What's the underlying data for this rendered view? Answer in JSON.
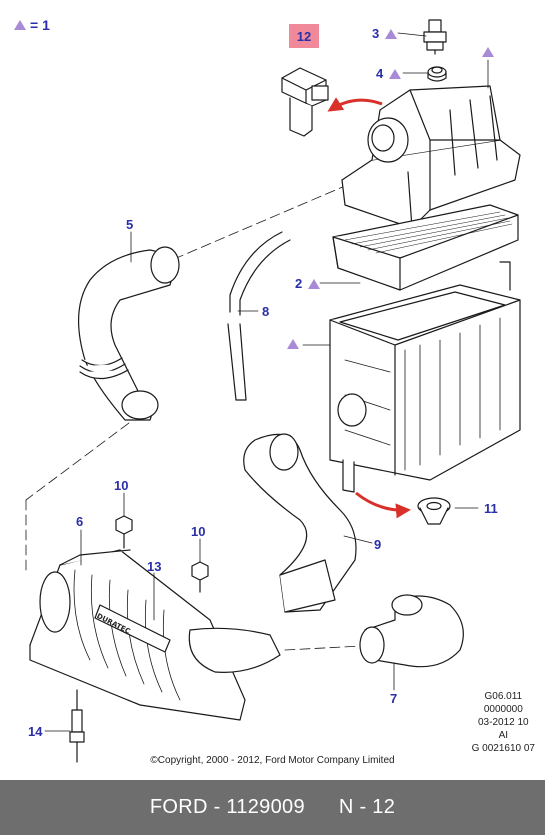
{
  "legend": {
    "symbol": "triangle",
    "text": "= 1"
  },
  "callouts": {
    "c2": "2",
    "c3": "3",
    "c4": "4",
    "c5": "5",
    "c6": "6",
    "c7": "7",
    "c8": "8",
    "c9": "9",
    "c10a": "10",
    "c10b": "10",
    "c11": "11",
    "c12": "12",
    "c13": "13",
    "c14": "14"
  },
  "badge_text": "DURATEC",
  "code_block": [
    "G06.011",
    "0000000",
    "03-2012 10",
    "AI",
    "G 0021610 07"
  ],
  "copyright": "©Copyright, 2000 - 2012, Ford Motor Company Limited",
  "footer": {
    "part": "FORD - 1129009",
    "ref": "N - 12"
  },
  "colors": {
    "callout": "#2a2fa8",
    "triangle": "#a98ad6",
    "arrow": "#d9302a",
    "highlight": "#f08a9a",
    "footer_bg": "#6e6e6e"
  }
}
